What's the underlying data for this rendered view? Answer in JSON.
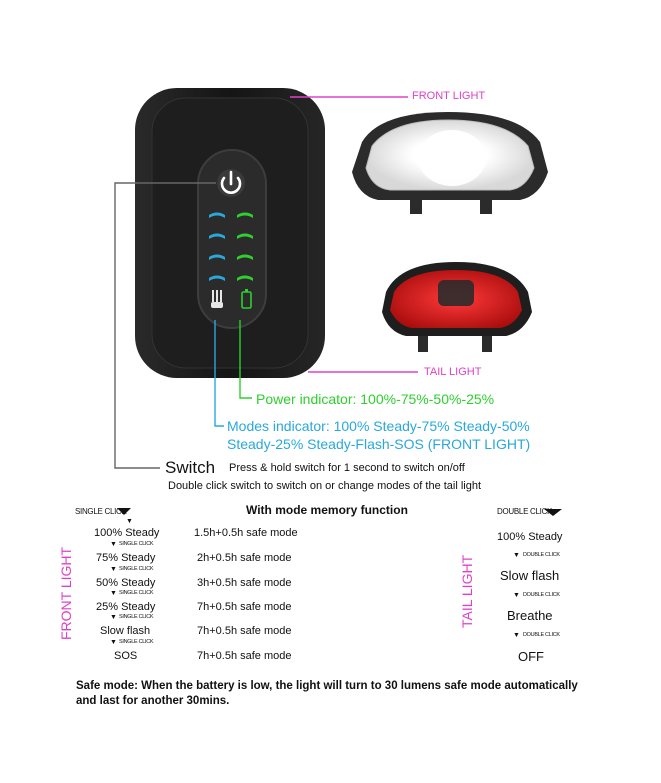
{
  "labels": {
    "front_light": "FRONT LIGHT",
    "tail_light": "TAIL LIGHT",
    "power_indicator": "Power indicator: 100%-75%-50%-25%",
    "modes_indicator_line1": "Modes indicator: 100% Steady-75% Steady-50%",
    "modes_indicator_line2": "Steady-25% Steady-Flash-SOS (FRONT LIGHT)",
    "switch_title": "Switch",
    "switch_line1": "Press & hold switch for 1 second to switch on/off",
    "switch_line2": "Double click switch to switch on or change modes of the tail light"
  },
  "front_modes": {
    "header": "SINGLE CLICK",
    "memory_title": "With mode memory function",
    "side_label": "FRONT LIGHT",
    "step_label": "SINGLE CLICK",
    "items": [
      {
        "mode": "100% Steady",
        "time": "1.5h+0.5h safe mode"
      },
      {
        "mode": "75% Steady",
        "time": "2h+0.5h safe mode"
      },
      {
        "mode": "50% Steady",
        "time": "3h+0.5h safe mode"
      },
      {
        "mode": "25% Steady",
        "time": "7h+0.5h safe mode"
      },
      {
        "mode": "Slow flash",
        "time": "7h+0.5h safe mode"
      },
      {
        "mode": "SOS",
        "time": "7h+0.5h safe mode"
      }
    ]
  },
  "tail_modes": {
    "header": "DOUBLE CLICK",
    "side_label": "TAIL LIGHT",
    "step_label": "DOUBLE CLICK",
    "items": [
      "100% Steady",
      "Slow flash",
      "Breathe",
      "OFF"
    ]
  },
  "safe_mode_note_line1": "Safe mode: When the battery is low, the light will turn to 30 lumens safe mode automatically",
  "safe_mode_note_line2": "and last for another 30mins.",
  "colors": {
    "pink": "#e040c8",
    "green": "#2ecf2e",
    "blue": "#2aa8dc",
    "device": "#1b1b1b",
    "tail_red": "#d81818"
  },
  "icons": [
    "power-icon",
    "bulb-icon",
    "battery-icon"
  ]
}
